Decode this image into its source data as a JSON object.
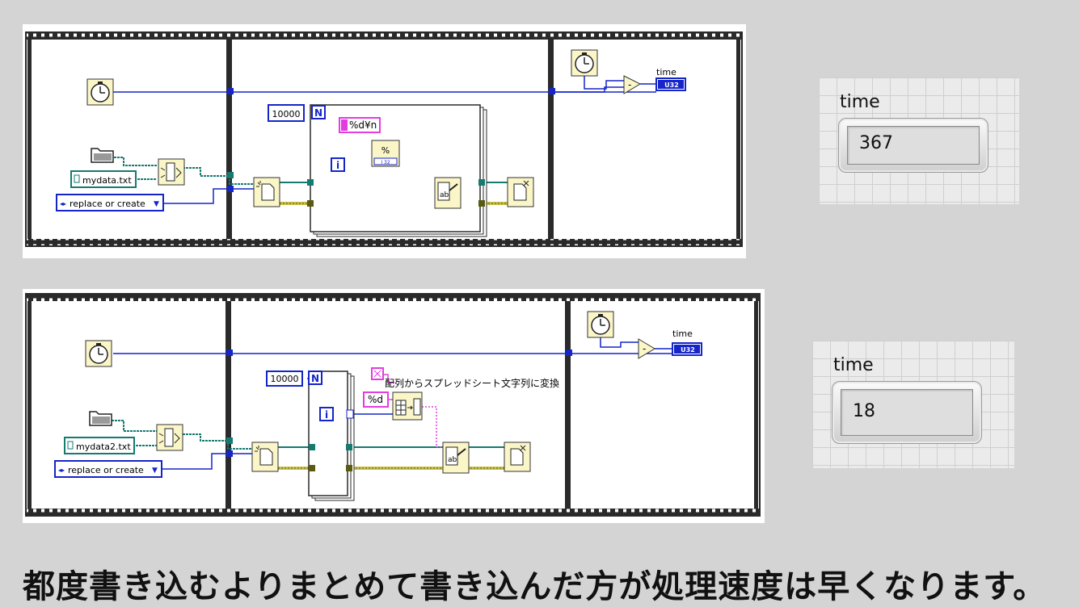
{
  "diagram1": {
    "file_name": "mydata.txt",
    "mode": "replace or create",
    "loop_count": "10000",
    "loop_n": "N",
    "loop_i": "i",
    "format": "%d¥n",
    "format_icon": "%",
    "type_badge": "I 32",
    "subtract": "-",
    "time_label": "time",
    "indicator_type": "U32"
  },
  "diagram2": {
    "file_name": "mydata2.txt",
    "mode": "replace or create",
    "loop_count": "10000",
    "loop_n": "N",
    "loop_i": "i",
    "format": "%d",
    "array_label": "配列からスプレッドシート文字列に変換",
    "subtract": "-",
    "time_label": "time",
    "indicator_type": "U32"
  },
  "indicator1": {
    "label": "time",
    "value": "367"
  },
  "indicator2": {
    "label": "time",
    "value": "18"
  },
  "caption": "都度書き込むよりまとめて書き込んだ方が処理速度は早くなります。",
  "colors": {
    "background": "#d4d4d4",
    "frame": "#2a2a2a",
    "numeric_wire": "#1525c8",
    "refnum_wire": "#157a70",
    "string_wire": "#e43ce0",
    "error_wire": "#8a7b1a",
    "node_fill": "#fbf6c8"
  },
  "icons": [
    "timer-icon",
    "folder-icon",
    "build-path-icon",
    "open-file-icon",
    "write-text-icon",
    "close-file-icon",
    "format-string-icon",
    "array-to-spreadsheet-icon",
    "subtract-icon"
  ]
}
